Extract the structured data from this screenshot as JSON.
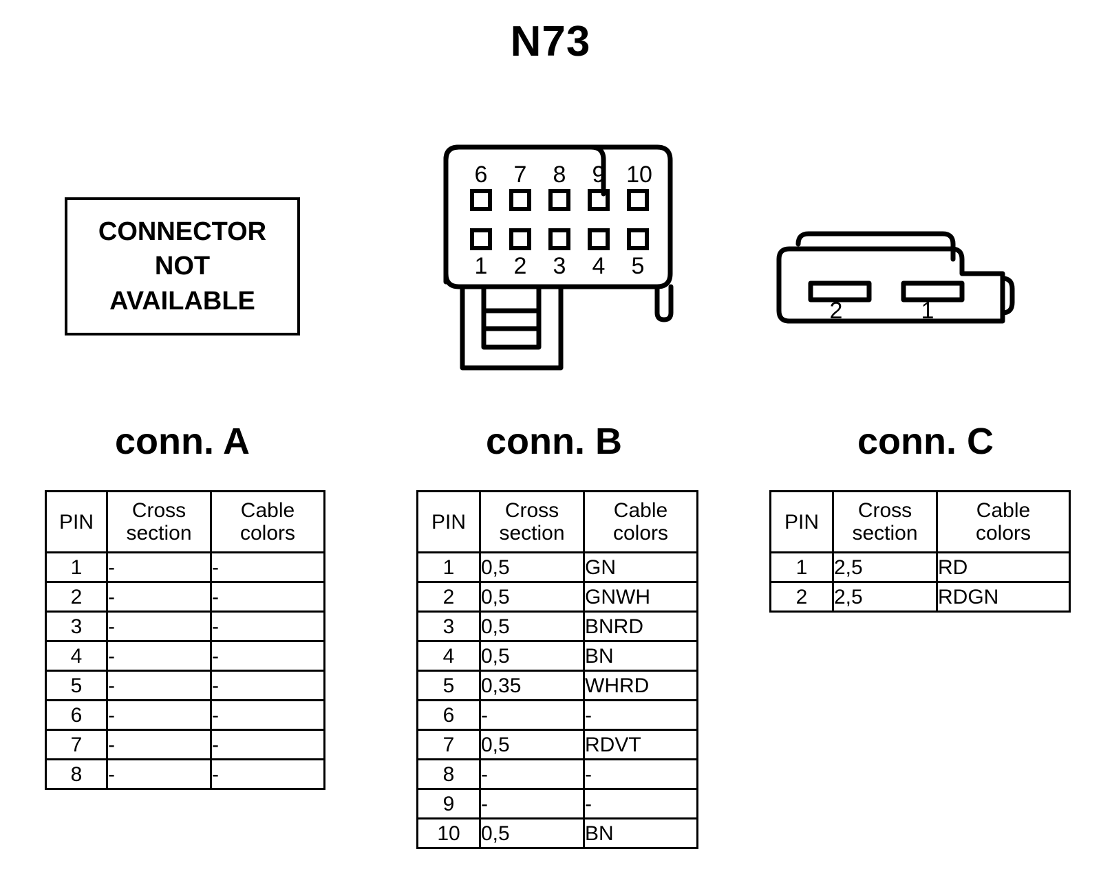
{
  "title": "N73",
  "not_available": {
    "line1": "CONNECTOR",
    "line2": "NOT",
    "line3": "AVAILABLE"
  },
  "connector_b_drawing": {
    "name": "connector-b-pinout-drawing",
    "top_row_labels": [
      "6",
      "7",
      "8",
      "9",
      "10"
    ],
    "bottom_row_labels": [
      "1",
      "2",
      "3",
      "4",
      "5"
    ]
  },
  "connector_c_drawing": {
    "name": "connector-c-pinout-drawing",
    "labels": [
      "2",
      "1"
    ]
  },
  "headings": {
    "a": "conn. A",
    "b": "conn. B",
    "c": "conn. C"
  },
  "table_headers": {
    "pin": "PIN",
    "cross_1": "Cross",
    "cross_2": "section",
    "cable_1": "Cable",
    "cable_2": "colors"
  },
  "tables": {
    "a": {
      "rows": [
        {
          "pin": "1",
          "cross_section": "-",
          "cable_colors": "-"
        },
        {
          "pin": "2",
          "cross_section": "-",
          "cable_colors": "-"
        },
        {
          "pin": "3",
          "cross_section": "-",
          "cable_colors": "-"
        },
        {
          "pin": "4",
          "cross_section": "-",
          "cable_colors": "-"
        },
        {
          "pin": "5",
          "cross_section": "-",
          "cable_colors": "-"
        },
        {
          "pin": "6",
          "cross_section": "-",
          "cable_colors": "-"
        },
        {
          "pin": "7",
          "cross_section": "-",
          "cable_colors": "-"
        },
        {
          "pin": "8",
          "cross_section": "-",
          "cable_colors": "-"
        }
      ]
    },
    "b": {
      "rows": [
        {
          "pin": "1",
          "cross_section": "0,5",
          "cable_colors": "GN"
        },
        {
          "pin": "2",
          "cross_section": "0,5",
          "cable_colors": "GNWH"
        },
        {
          "pin": "3",
          "cross_section": "0,5",
          "cable_colors": "BNRD"
        },
        {
          "pin": "4",
          "cross_section": "0,5",
          "cable_colors": "BN"
        },
        {
          "pin": "5",
          "cross_section": "0,35",
          "cable_colors": "WHRD"
        },
        {
          "pin": "6",
          "cross_section": "-",
          "cable_colors": "-"
        },
        {
          "pin": "7",
          "cross_section": "0,5",
          "cable_colors": "RDVT"
        },
        {
          "pin": "8",
          "cross_section": "-",
          "cable_colors": "-"
        },
        {
          "pin": "9",
          "cross_section": "-",
          "cable_colors": "-"
        },
        {
          "pin": "10",
          "cross_section": "0,5",
          "cable_colors": "BN"
        }
      ]
    },
    "c": {
      "rows": [
        {
          "pin": "1",
          "cross_section": "2,5",
          "cable_colors": "RD"
        },
        {
          "pin": "2",
          "cross_section": "2,5",
          "cable_colors": "RDGN"
        }
      ]
    }
  },
  "colors": {
    "ink": "#000000",
    "paper": "#ffffff"
  }
}
